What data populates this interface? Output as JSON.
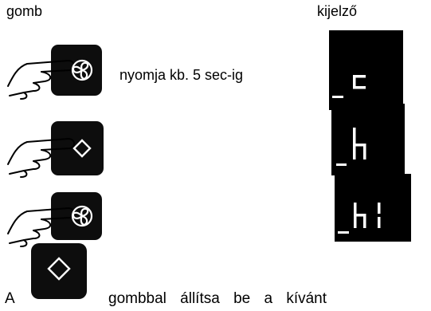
{
  "header": {
    "button_column_label": "gomb",
    "display_column_label": "kijelző"
  },
  "steps": [
    {
      "button_icon": "fan-icon",
      "instruction": "nyomja kb. 5 sec-ig",
      "display_text": "c"
    },
    {
      "button_icon": "up-down-diamond-icon",
      "instruction": "",
      "display_text": "h"
    },
    {
      "button_icon": "fan-icon",
      "instruction": "",
      "display_text": "h1"
    }
  ],
  "footer": {
    "prefix": "A",
    "button_icon": "up-down-diamond-icon",
    "text": "gombbal állítsa be a kívánt"
  },
  "colors": {
    "button_bg": "#0d0d0d",
    "display_bg": "#000000",
    "display_segment": "#ffffff",
    "text": "#000000"
  }
}
